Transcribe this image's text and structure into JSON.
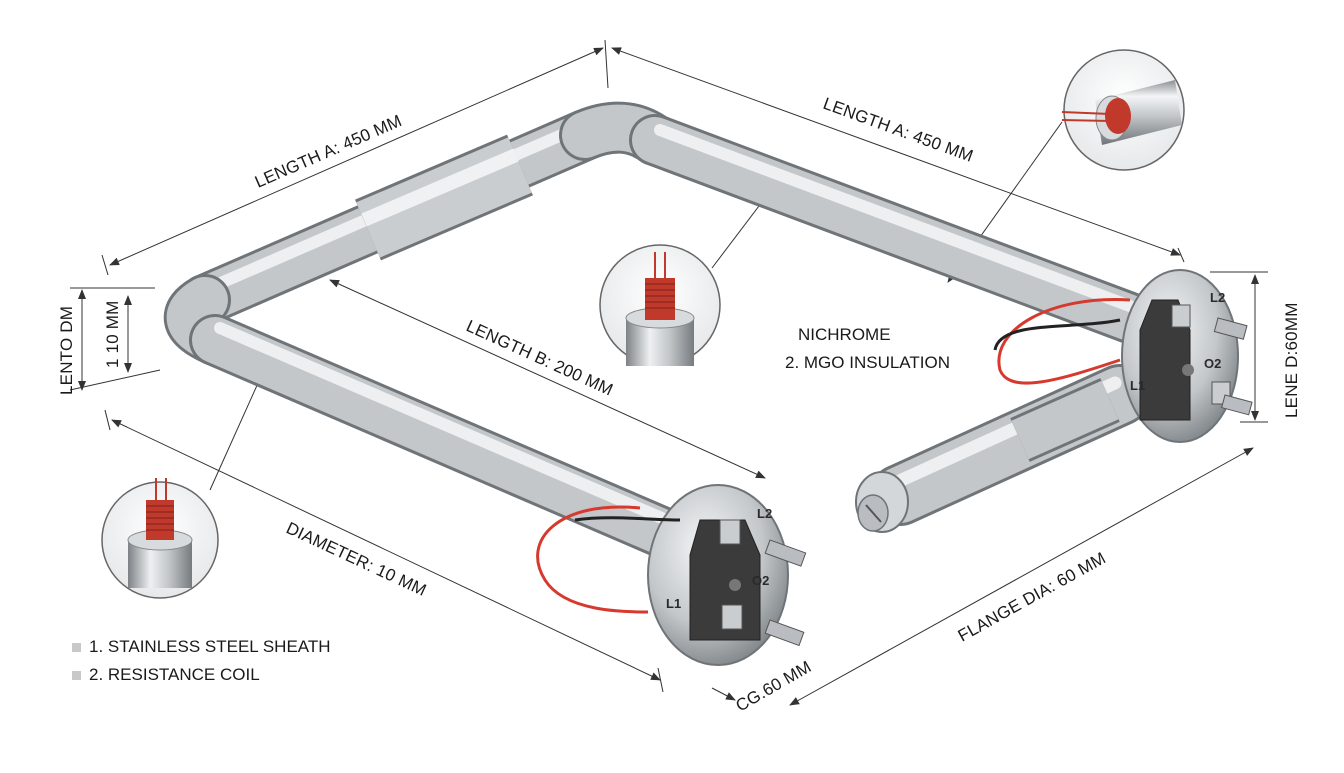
{
  "dimensions": {
    "length_a_left": "LENGTH A: 450 MM",
    "length_a_right": "LENGTH A: 450 MM",
    "length_b": "LENGTH B: 200 MM",
    "diameter": "DIAMETER: 10 MM",
    "flange_dia": "FLANGE DIA: 60 MM",
    "cg": "CG.60 MM",
    "lento": "LENTO DM",
    "inner_height": "1 10 MM",
    "lene": "LENE D:60MM"
  },
  "callouts": {
    "nichrome": "NICHROME",
    "mgo": "2. MGO INSULATION"
  },
  "legend": {
    "items": [
      {
        "text": "1. STAINLESS STEEL SHEATH"
      },
      {
        "text": "2.  RESISTANCE COIL"
      }
    ]
  },
  "terminals": {
    "l1": "L1",
    "l2": "L2",
    "o2": "O2"
  },
  "colors": {
    "steel_light": "#e6e8ea",
    "steel_mid": "#b9bdc1",
    "steel_dark": "#7f8488",
    "coil": "#c0392b",
    "wire_red": "#d63a2f",
    "terminal_block": "#3b3b3b",
    "dim_line": "#333333"
  }
}
